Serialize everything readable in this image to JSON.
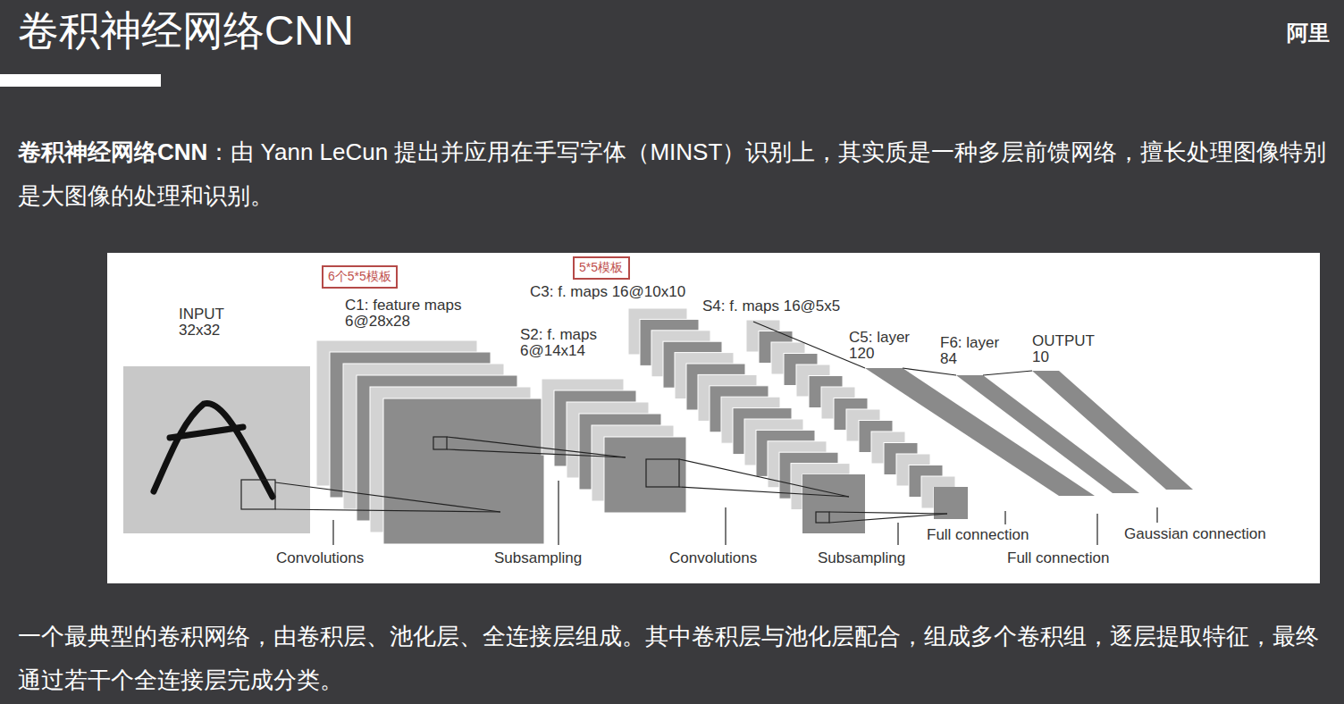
{
  "diagram": {
    "title": "卷积神经网络CNN",
    "nodes": [
      {
        "text": [
          "6个5*5模板"
        ]
      },
      {
        "text": [
          "5*5模板"
        ]
      }
    ],
    "labels": [
      "阿里",
      "卷积神经网络CNN",
      "：由 Yann LeCun 提出并应用在手写字体（MINST）识别上，其实质是一种多层前馈网络，擅长处理图像特别是大图像的处理和识别。",
      "INPUT 32x32",
      "C1: feature maps 6@28x28",
      "S2: f. maps 6@14x14",
      "C3: f. maps 16@10x10",
      "S4: f. maps 16@5x5",
      "C5: layer 120",
      "F6: layer 84",
      "OUTPUT 10",
      "Convolutions",
      "Subsampling",
      "Convolutions",
      "Subsampling",
      "Full connection",
      "Full connection",
      "Gaussian connection",
      "一个最典型的卷积网络，由卷积层、池化层、全连接层组成。其中卷积层与池化层配合，组成多个卷积组，逐层提取特征，最终通过若干个全连接层完成分类。"
    ]
  }
}
